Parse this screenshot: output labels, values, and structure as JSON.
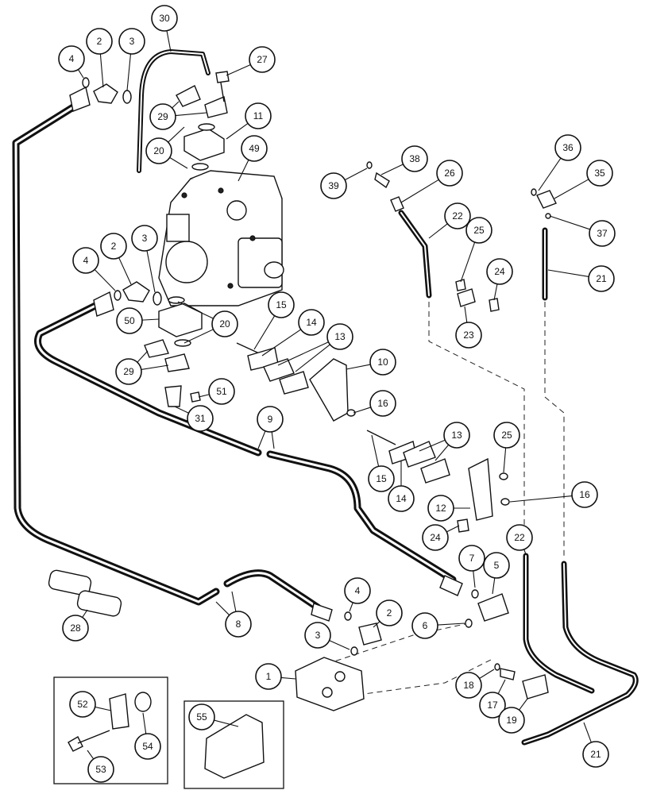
{
  "callouts": [
    {
      "id": "c1",
      "label": "1"
    },
    {
      "id": "c2a",
      "label": "2"
    },
    {
      "id": "c2b",
      "label": "2"
    },
    {
      "id": "c2c",
      "label": "2"
    },
    {
      "id": "c3a",
      "label": "3"
    },
    {
      "id": "c3b",
      "label": "3"
    },
    {
      "id": "c3c",
      "label": "3"
    },
    {
      "id": "c4a",
      "label": "4"
    },
    {
      "id": "c4b",
      "label": "4"
    },
    {
      "id": "c4c",
      "label": "4"
    },
    {
      "id": "c5",
      "label": "5"
    },
    {
      "id": "c6",
      "label": "6"
    },
    {
      "id": "c7",
      "label": "7"
    },
    {
      "id": "c8",
      "label": "8"
    },
    {
      "id": "c9",
      "label": "9"
    },
    {
      "id": "c10",
      "label": "10"
    },
    {
      "id": "c11",
      "label": "11"
    },
    {
      "id": "c12",
      "label": "12"
    },
    {
      "id": "c13a",
      "label": "13"
    },
    {
      "id": "c13b",
      "label": "13"
    },
    {
      "id": "c14a",
      "label": "14"
    },
    {
      "id": "c14b",
      "label": "14"
    },
    {
      "id": "c15a",
      "label": "15"
    },
    {
      "id": "c15b",
      "label": "15"
    },
    {
      "id": "c16a",
      "label": "16"
    },
    {
      "id": "c16b",
      "label": "16"
    },
    {
      "id": "c17",
      "label": "17"
    },
    {
      "id": "c18",
      "label": "18"
    },
    {
      "id": "c19",
      "label": "19"
    },
    {
      "id": "c20a",
      "label": "20"
    },
    {
      "id": "c20b",
      "label": "20"
    },
    {
      "id": "c21a",
      "label": "21"
    },
    {
      "id": "c21b",
      "label": "21"
    },
    {
      "id": "c22a",
      "label": "22"
    },
    {
      "id": "c22b",
      "label": "22"
    },
    {
      "id": "c23",
      "label": "23"
    },
    {
      "id": "c24a",
      "label": "24"
    },
    {
      "id": "c24b",
      "label": "24"
    },
    {
      "id": "c25a",
      "label": "25"
    },
    {
      "id": "c25b",
      "label": "25"
    },
    {
      "id": "c26",
      "label": "26"
    },
    {
      "id": "c27",
      "label": "27"
    },
    {
      "id": "c28",
      "label": "28"
    },
    {
      "id": "c29a",
      "label": "29"
    },
    {
      "id": "c29b",
      "label": "29"
    },
    {
      "id": "c30",
      "label": "30"
    },
    {
      "id": "c31",
      "label": "31"
    },
    {
      "id": "c35",
      "label": "35"
    },
    {
      "id": "c36",
      "label": "36"
    },
    {
      "id": "c37",
      "label": "37"
    },
    {
      "id": "c38",
      "label": "38"
    },
    {
      "id": "c39",
      "label": "39"
    },
    {
      "id": "c49",
      "label": "49"
    },
    {
      "id": "c50",
      "label": "50"
    },
    {
      "id": "c51",
      "label": "51"
    },
    {
      "id": "c52",
      "label": "52"
    },
    {
      "id": "c53",
      "label": "53"
    },
    {
      "id": "c54",
      "label": "54"
    },
    {
      "id": "c55",
      "label": "55"
    }
  ]
}
